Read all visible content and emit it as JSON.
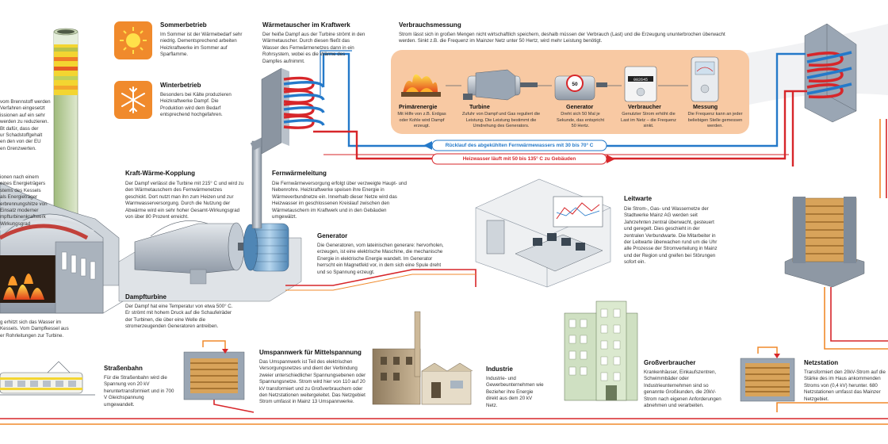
{
  "colors": {
    "hot": "#d7262a",
    "cold": "#2479c9",
    "orange": "#f08a2c",
    "panel": "#f8c9a3",
    "steel": "#9aa6b4",
    "cyan_machine": "#77aad0"
  },
  "seasons": {
    "summer": {
      "icon": "sun-icon",
      "title": "Sommerbetrieb",
      "text": "Im Sommer ist der Wärmebedarf sehr niedrig. Dementsprechend arbeiten Heizkraftwerke im Sommer auf Sparflamme."
    },
    "winter": {
      "icon": "snowflake-icon",
      "title": "Winterbetrieb",
      "text": "Besonders bei Kälte produzieren Heizkraftwerke Dampf. Die Produktion wird dem Bedarf entsprechend hochgefahren."
    }
  },
  "left_fragments": {
    "chimney_text": "vom Brennstoff werden\nVerfahren eingesetzt\nissionen auf ein sehr\nwerden zu reduzieren.\nBt dafür, dass der\nur Schadstoffgehalt\nen den von der EU\nen Grenzwerten.",
    "boiler_text": "ionen nach einem\neines Energieträgers\nstems des Kessels\nals Energieträger\nerbrennungshitze von\nEinsatz moderner\nmpfturbinenkraftwerk\nWirkungsgrad",
    "water_text": "g erhitzt sich das Wasser im\nKessels. Vom Dampfkessel aus\ner Rohrleitungen zur Turbine."
  },
  "sections": {
    "waermetauscher": {
      "title": "Wärmetauscher im Kraftwerk",
      "text": "Der heiße Dampf aus der Turbine strömt in den Wärmetauscher. Durch diesen fließt das Wasser des Fernwärmenetzes dann in ein Rohrsystem, wobei es die Wärme des Dampfes aufnimmt."
    },
    "kwk": {
      "title": "Kraft-Wärme-Kopplung",
      "text": "Der Dampf verlässt die Turbine mit 215° C und wird zu den Wärmetauschern des Fernwärmenetzes geschickt. Dort nutzt man ihn zum Heizen und zur Warmwasserversorgung. Durch die Nutzung der Abwärme wird ein sehr hoher Gesamt-Wirkungsgrad von über 80 Prozent erreicht."
    },
    "fernwaermeleitung": {
      "title": "Fernwärmeleitung",
      "text": "Die Fernwärmeversorgung erfolgt über verzweigte Haupt- und Nebenrohre. Heizkraftwerke speisen ihre Energie in Wärmeverbundnetze ein. Innerhalb dieser Netze wird das Heizwasser im geschlossenen Kreislauf zwischen den Wärmetauschern im Kraftwerk und in den Gebäuden umgewälzt."
    },
    "generator": {
      "title": "Generator",
      "text": "Die Generatoren, vom lateinischen generare: hervorholen, erzeugen, ist eine elektrische Maschine, die mechanische Energie in elektrische Energie wandelt. Im Generator herrscht ein Magnetfeld vor, in dem sich eine Spule dreht und so Spannung erzeugt."
    },
    "dampfturbine": {
      "title": "Dampfturbine",
      "text": "Der Dampf hat eine Temperatur von etwa 500° C. Er strömt mit hohem Druck auf die Schaufelräder der Turbinen, die über eine Welle die stromerzeugenden Generatoren antreiben."
    },
    "leitwarte": {
      "title": "Leitwarte",
      "text": "Die Strom-, Gas- und Wassernetze der Stadtwerke Mainz AG werden seit Jahrzehnten zentral überwacht, gesteuert und geregelt. Dies geschieht in der zentralen Verbundwarte. Die Mitarbeiter in der Leitwarte überwachen rund um die Uhr alle Prozesse der Stromverteilung in Mainz und der Region und greifen bei Störungen sofort ein."
    },
    "verbrauchsmessung": {
      "title": "Verbrauchsmessung",
      "text": "Strom lässt sich in großen Mengen nicht wirtschaftlich speichern, deshalb müssen der Verbrauch (Last) und die Erzeugung ununterbrochen überwacht werden. Sinkt z.B. die Frequenz im Mainzer Netz unter 50 Hertz, wird mehr Leistung benötigt."
    }
  },
  "chain": [
    {
      "icon": "flame-icon",
      "title": "Primärenergie",
      "text": "Mit Hilfe von z.B. Erdgas oder Kohle wird Dampf erzeugt."
    },
    {
      "icon": "turbine-icon",
      "title": "Turbine",
      "text": "Zufuhr von Dampf und Gas reguliert die Leistung. Die Leistung bestimmt die Umdrehung des Generators."
    },
    {
      "icon": "generator-icon",
      "title": "Generator",
      "text": "Dreht sich 50 Mal je Sekunde, das entspricht 50 Hertz."
    },
    {
      "icon": "meter-icon",
      "title": "Verbraucher",
      "text": "Genutzter Strom erhöht die Last im Netz – die Frequenz sinkt."
    },
    {
      "icon": "measuring-device-icon",
      "title": "Messung",
      "text": "Die Frequenz kann an jeder beliebigen Stelle gemessen werden."
    }
  ],
  "generator_badge": "50",
  "meter_digits": "002645",
  "flows": {
    "return": "Rücklauf des abgekühlten Fernwärmewassers mit 30 bis 70° C",
    "supply": "Heizwasser läuft mit 50 bis 135° C zu Gebäuden"
  },
  "bottom": {
    "strassenbahn": {
      "title": "Straßenbahn",
      "text": "Für die Straßenbahn wird die Spannung von 20 kV heruntertransformiert und in 700 V Gleichspannung umgewandelt."
    },
    "umspannwerk": {
      "title": "Umspannwerk für Mittelspannung",
      "text": "Das Umspannwerk ist Teil des elektrischen Versorgungsnetzes und dient der Verbindung zweier unterschiedlicher Spannungsebenen oder Spannungsnetze. Strom wird hier von 110 auf 20 kV transformiert und zu Großverbrauchern oder den Netzstationen weitergeleitet. Das Netzgebiet Strom umfasst in Mainz 13 Umspannwerke."
    },
    "industrie": {
      "title": "Industrie",
      "text": "Industrie- und Gewerbeunternehmen wie Bezieher ihre Energie direkt aus dem 20 kV Netz."
    },
    "grossverbraucher": {
      "title": "Großverbraucher",
      "text": "Krankenhäuser, Einkaufszentren, Schwimmbäder oder Industrieunternehmen sind so genannte Großkunden, die 20kV-Strom nach eigenen Anforderungen abnehmen und verarbeiten."
    },
    "netzstation": {
      "title": "Netzstation",
      "text": "Transformiert den 20kV-Strom auf die Stärke des im Haus ankommenden Stroms von (0,4 kV) herunter. 680 Netzstationen umfasst das Mainzer Netzgebiet."
    }
  }
}
